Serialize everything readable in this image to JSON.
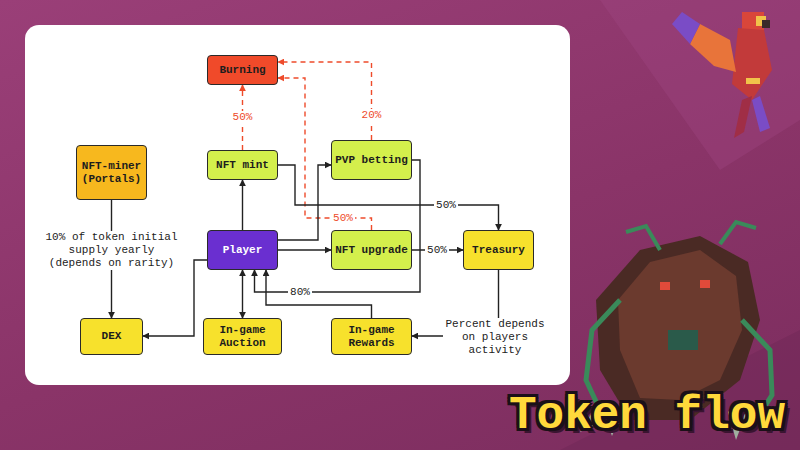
{
  "diagram": {
    "title": "Token flow",
    "nodes": [
      {
        "text": [
          "Burning"
        ]
      },
      {
        "text": [
          "NFT-miner (Portals)"
        ]
      },
      {
        "text": [
          "NFT mint"
        ]
      },
      {
        "text": [
          "PVP betting"
        ]
      },
      {
        "text": [
          "Player"
        ]
      },
      {
        "text": [
          "NFT upgrade"
        ]
      },
      {
        "text": [
          "Treasury"
        ]
      },
      {
        "text": [
          "DEX"
        ]
      },
      {
        "text": [
          "In-game Auction"
        ]
      },
      {
        "text": [
          "In-game Rewards"
        ]
      }
    ],
    "edges": [
      {
        "from": 2,
        "to": 0,
        "label": "50%",
        "arrow": "to"
      },
      {
        "from": 3,
        "to": 0,
        "label": "20%",
        "arrow": "to"
      },
      {
        "from": 5,
        "to": 0,
        "label": "50%",
        "arrow": "to"
      },
      {
        "from": 2,
        "to": 6,
        "label": "50%",
        "arrow": "to"
      },
      {
        "from": 5,
        "to": 6,
        "label": "50%",
        "arrow": "to"
      },
      {
        "from": 1,
        "to": 7,
        "label": "10% of token initial supply yearly (depends on rarity)",
        "arrow": "to"
      },
      {
        "from": 4,
        "to": 8,
        "arrow": "both"
      },
      {
        "from": 4,
        "to": 2,
        "arrow": "to"
      },
      {
        "from": 4,
        "to": 5,
        "arrow": "to"
      },
      {
        "from": 4,
        "to": 3,
        "arrow": "to"
      },
      {
        "from": 3,
        "to": 4,
        "label": "80%",
        "arrow": "to"
      },
      {
        "from": 9,
        "to": 4,
        "arrow": "to"
      },
      {
        "from": 6,
        "to": 9,
        "label": "Percent depends on players activity",
        "arrow": "to"
      },
      {
        "from": 4,
        "to": 7,
        "arrow": "to"
      }
    ]
  }
}
